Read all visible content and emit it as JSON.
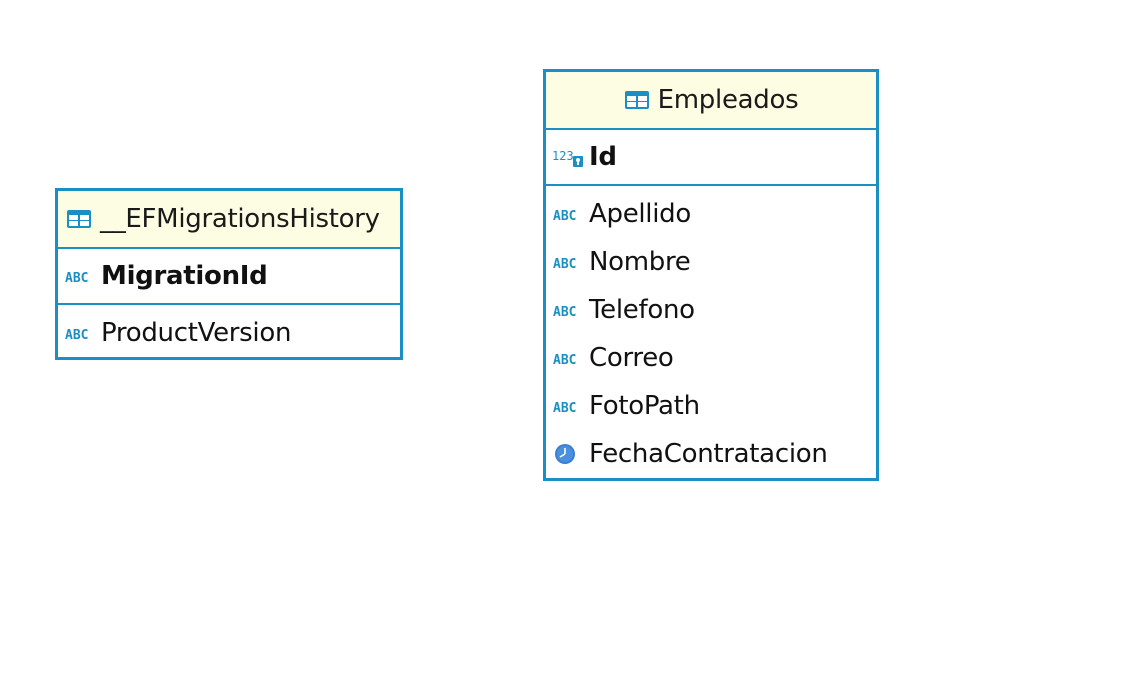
{
  "entities": {
    "ef": {
      "name": "__EFMigrationsHistory",
      "icon": "table-icon",
      "primary_key": [
        {
          "name": "MigrationId",
          "type_icon": "abc-type-icon"
        }
      ],
      "columns": [
        {
          "name": "ProductVersion",
          "type_icon": "abc-type-icon"
        }
      ]
    },
    "emp": {
      "name": "Empleados",
      "icon": "table-icon",
      "primary_key": [
        {
          "name": "Id",
          "type_icon": "numeric-key-type-icon"
        }
      ],
      "columns": [
        {
          "name": "Apellido",
          "type_icon": "abc-type-icon"
        },
        {
          "name": "Nombre",
          "type_icon": "abc-type-icon"
        },
        {
          "name": "Telefono",
          "type_icon": "abc-type-icon"
        },
        {
          "name": "Correo",
          "type_icon": "abc-type-icon"
        },
        {
          "name": "FotoPath",
          "type_icon": "abc-type-icon"
        },
        {
          "name": "FechaContratacion",
          "type_icon": "datetime-clock-type-icon"
        }
      ]
    }
  },
  "icon_text": {
    "abc": "ABC",
    "num": "123"
  },
  "colors": {
    "border": "#1a8fc4",
    "header_bg": "#fdfde3",
    "icon_blue": "#1a8fc4",
    "clock_blue": "#3a7fd0"
  }
}
